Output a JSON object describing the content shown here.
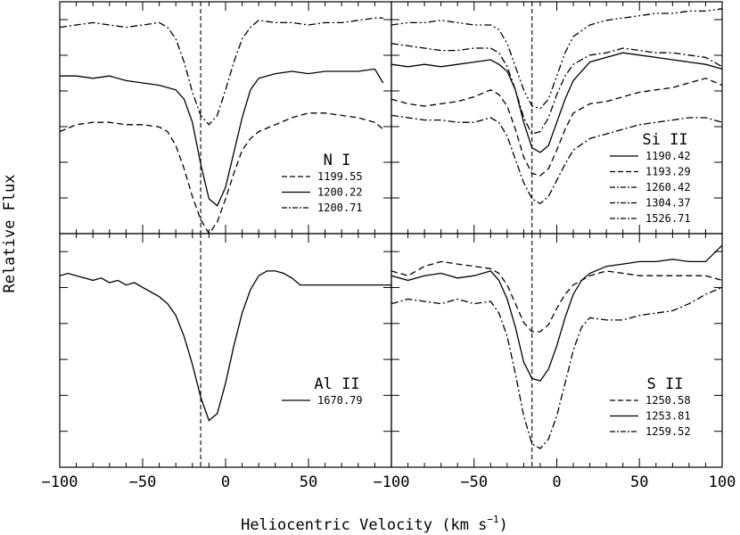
{
  "figure": {
    "xlabel": "Heliocentric Velocity (km s",
    "xlabel_sup": "−1",
    "xlabel_close": ")",
    "ylabel": "Relative Flux"
  },
  "chart_data": [
    {
      "type": "line",
      "title": "N I",
      "xlim": [
        -100,
        100
      ],
      "reference_velocity": -15,
      "series": [
        {
          "name": "1199.55",
          "style": "dashed",
          "x": [
            -100,
            -90,
            -80,
            -70,
            -60,
            -50,
            -40,
            -35,
            -30,
            -25,
            -20,
            -15,
            -10,
            -5,
            0,
            5,
            10,
            15,
            20,
            30,
            40,
            50,
            60,
            70,
            80,
            90,
            95
          ],
          "y": [
            0.44,
            0.47,
            0.48,
            0.48,
            0.47,
            0.47,
            0.46,
            0.44,
            0.38,
            0.28,
            0.16,
            0.06,
            0.0,
            0.05,
            0.15,
            0.26,
            0.36,
            0.41,
            0.44,
            0.47,
            0.5,
            0.52,
            0.52,
            0.51,
            0.5,
            0.48,
            0.45
          ]
        },
        {
          "name": "1200.22",
          "style": "solid",
          "x": [
            -100,
            -90,
            -80,
            -70,
            -60,
            -50,
            -40,
            -30,
            -25,
            -20,
            -15,
            -10,
            -5,
            0,
            5,
            10,
            15,
            20,
            30,
            40,
            50,
            60,
            70,
            80,
            90,
            95
          ],
          "y": [
            0.68,
            0.68,
            0.67,
            0.68,
            0.66,
            0.65,
            0.64,
            0.62,
            0.58,
            0.48,
            0.3,
            0.15,
            0.12,
            0.2,
            0.35,
            0.5,
            0.62,
            0.67,
            0.69,
            0.7,
            0.69,
            0.7,
            0.7,
            0.7,
            0.71,
            0.65
          ]
        },
        {
          "name": "1200.71",
          "style": "dashdot",
          "x": [
            -100,
            -90,
            -80,
            -70,
            -60,
            -50,
            -40,
            -35,
            -30,
            -25,
            -20,
            -15,
            -10,
            -5,
            0,
            5,
            10,
            15,
            20,
            30,
            40,
            50,
            60,
            70,
            80,
            90,
            95
          ],
          "y": [
            0.89,
            0.9,
            0.91,
            0.9,
            0.89,
            0.9,
            0.91,
            0.89,
            0.84,
            0.74,
            0.61,
            0.51,
            0.47,
            0.51,
            0.62,
            0.74,
            0.84,
            0.89,
            0.92,
            0.91,
            0.91,
            0.9,
            0.91,
            0.91,
            0.92,
            0.93,
            0.93
          ]
        }
      ]
    },
    {
      "type": "line",
      "title": "Si II",
      "xlim": [
        -100,
        100
      ],
      "reference_velocity": -15,
      "series": [
        {
          "name": "1190.42",
          "style": "solid",
          "x": [
            -100,
            -90,
            -80,
            -70,
            -60,
            -50,
            -40,
            -35,
            -30,
            -25,
            -20,
            -15,
            -10,
            -5,
            0,
            5,
            10,
            20,
            30,
            40,
            50,
            60,
            70,
            80,
            90,
            100
          ],
          "y": [
            0.73,
            0.72,
            0.73,
            0.72,
            0.73,
            0.74,
            0.75,
            0.73,
            0.7,
            0.62,
            0.48,
            0.37,
            0.35,
            0.38,
            0.48,
            0.58,
            0.66,
            0.74,
            0.76,
            0.78,
            0.77,
            0.76,
            0.75,
            0.74,
            0.73,
            0.71
          ]
        },
        {
          "name": "1193.29",
          "style": "dashed",
          "x": [
            -100,
            -90,
            -80,
            -70,
            -60,
            -50,
            -40,
            -35,
            -30,
            -25,
            -20,
            -15,
            -10,
            -5,
            0,
            5,
            10,
            20,
            30,
            40,
            50,
            60,
            70,
            80,
            90,
            100
          ],
          "y": [
            0.58,
            0.56,
            0.55,
            0.56,
            0.57,
            0.59,
            0.62,
            0.6,
            0.55,
            0.45,
            0.33,
            0.26,
            0.25,
            0.28,
            0.36,
            0.45,
            0.52,
            0.56,
            0.57,
            0.59,
            0.61,
            0.62,
            0.63,
            0.65,
            0.67,
            0.64
          ]
        },
        {
          "name": "1260.42",
          "style": "dashdot",
          "x": [
            -100,
            -90,
            -80,
            -70,
            -60,
            -50,
            -40,
            -35,
            -30,
            -25,
            -20,
            -15,
            -10,
            -5,
            0,
            5,
            10,
            20,
            30,
            40,
            50,
            60,
            70,
            80,
            90,
            100
          ],
          "y": [
            0.51,
            0.5,
            0.49,
            0.49,
            0.48,
            0.48,
            0.5,
            0.48,
            0.42,
            0.32,
            0.22,
            0.15,
            0.13,
            0.16,
            0.23,
            0.3,
            0.36,
            0.41,
            0.43,
            0.45,
            0.47,
            0.48,
            0.49,
            0.5,
            0.5,
            0.48
          ]
        },
        {
          "name": "1304.37",
          "style": "dashdot",
          "x": [
            -100,
            -90,
            -80,
            -70,
            -60,
            -50,
            -40,
            -35,
            -30,
            -25,
            -20,
            -15,
            -10,
            -5,
            0,
            5,
            10,
            20,
            30,
            40,
            50,
            60,
            70,
            80,
            90,
            100
          ],
          "y": [
            0.82,
            0.81,
            0.8,
            0.79,
            0.79,
            0.8,
            0.8,
            0.78,
            0.72,
            0.62,
            0.5,
            0.43,
            0.44,
            0.5,
            0.6,
            0.68,
            0.73,
            0.77,
            0.78,
            0.8,
            0.79,
            0.78,
            0.78,
            0.77,
            0.76,
            0.72
          ]
        },
        {
          "name": "1526.71",
          "style": "dashdotdot",
          "x": [
            -100,
            -90,
            -80,
            -70,
            -60,
            -50,
            -40,
            -35,
            -30,
            -25,
            -20,
            -15,
            -10,
            -5,
            0,
            5,
            10,
            20,
            30,
            40,
            50,
            60,
            70,
            80,
            90,
            100
          ],
          "y": [
            0.9,
            0.91,
            0.91,
            0.92,
            0.91,
            0.9,
            0.9,
            0.88,
            0.82,
            0.72,
            0.62,
            0.55,
            0.54,
            0.58,
            0.68,
            0.78,
            0.85,
            0.9,
            0.92,
            0.93,
            0.94,
            0.95,
            0.95,
            0.96,
            0.96,
            0.97
          ]
        }
      ]
    },
    {
      "type": "line",
      "title": "Al II",
      "xlim": [
        -100,
        100
      ],
      "reference_velocity": -15,
      "series": [
        {
          "name": "1670.79",
          "style": "solid",
          "x": [
            -100,
            -95,
            -90,
            -85,
            -80,
            -75,
            -70,
            -65,
            -60,
            -55,
            -50,
            -45,
            -40,
            -35,
            -30,
            -25,
            -20,
            -15,
            -10,
            -5,
            0,
            5,
            10,
            15,
            20,
            25,
            30,
            35,
            40,
            45,
            50,
            60,
            70,
            80,
            90,
            100
          ],
          "y": [
            0.82,
            0.83,
            0.82,
            0.81,
            0.8,
            0.81,
            0.79,
            0.8,
            0.78,
            0.79,
            0.77,
            0.75,
            0.73,
            0.7,
            0.65,
            0.56,
            0.44,
            0.3,
            0.2,
            0.23,
            0.36,
            0.52,
            0.66,
            0.76,
            0.82,
            0.84,
            0.84,
            0.83,
            0.81,
            0.78,
            0.78,
            0.78,
            0.78,
            0.78,
            0.78,
            0.78
          ]
        }
      ]
    },
    {
      "type": "line",
      "title": "S II",
      "xlim": [
        -100,
        100
      ],
      "reference_velocity": -15,
      "series": [
        {
          "name": "1250.58",
          "style": "dashed",
          "x": [
            -100,
            -90,
            -80,
            -70,
            -60,
            -50,
            -40,
            -35,
            -30,
            -25,
            -20,
            -15,
            -10,
            -5,
            0,
            5,
            10,
            15,
            20,
            30,
            40,
            50,
            60,
            70,
            80,
            90,
            100
          ],
          "y": [
            0.84,
            0.82,
            0.86,
            0.88,
            0.87,
            0.86,
            0.85,
            0.83,
            0.78,
            0.7,
            0.62,
            0.58,
            0.58,
            0.61,
            0.68,
            0.74,
            0.78,
            0.8,
            0.82,
            0.84,
            0.83,
            0.82,
            0.82,
            0.82,
            0.82,
            0.82,
            0.8
          ]
        },
        {
          "name": "1253.81",
          "style": "solid",
          "x": [
            -100,
            -90,
            -80,
            -70,
            -60,
            -50,
            -40,
            -35,
            -30,
            -25,
            -20,
            -15,
            -10,
            -5,
            0,
            5,
            10,
            15,
            20,
            30,
            40,
            50,
            60,
            70,
            80,
            90,
            100
          ],
          "y": [
            0.82,
            0.8,
            0.82,
            0.83,
            0.81,
            0.82,
            0.84,
            0.8,
            0.72,
            0.6,
            0.45,
            0.38,
            0.37,
            0.42,
            0.52,
            0.64,
            0.74,
            0.8,
            0.83,
            0.86,
            0.87,
            0.88,
            0.88,
            0.89,
            0.88,
            0.88,
            0.95
          ]
        },
        {
          "name": "1259.52",
          "style": "dashdot",
          "x": [
            -100,
            -90,
            -80,
            -70,
            -60,
            -50,
            -40,
            -35,
            -30,
            -25,
            -20,
            -15,
            -10,
            -5,
            0,
            5,
            10,
            15,
            20,
            30,
            40,
            50,
            60,
            70,
            80,
            90,
            100
          ],
          "y": [
            0.7,
            0.72,
            0.71,
            0.7,
            0.72,
            0.7,
            0.71,
            0.66,
            0.56,
            0.4,
            0.22,
            0.1,
            0.08,
            0.12,
            0.22,
            0.36,
            0.5,
            0.6,
            0.64,
            0.63,
            0.63,
            0.65,
            0.66,
            0.67,
            0.7,
            0.74,
            0.77
          ]
        }
      ]
    }
  ]
}
